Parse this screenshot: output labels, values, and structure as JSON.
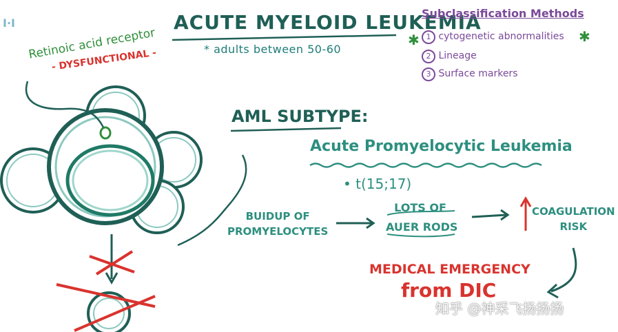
{
  "logo": {
    "text": "I·I"
  },
  "title": {
    "main": "ACUTE MYELOID LEUKEMIA",
    "note": "* adults between 50-60"
  },
  "subclassification": {
    "heading": "Subclassification Methods",
    "items": [
      {
        "num": "1",
        "label": "cytogenetic abnormalities"
      },
      {
        "num": "2",
        "label": "Lineage"
      },
      {
        "num": "3",
        "label": "Surface markers"
      }
    ]
  },
  "receptor": {
    "label": "Retinoic acid receptor",
    "status": "- DYSFUNCTIONAL -"
  },
  "subtype": {
    "heading": "AML SUBTYPE:",
    "name": "Acute Promyelocytic Leukemia",
    "translocation": "• t(15;17)"
  },
  "flow": {
    "step1_line1": "BUIDUP OF",
    "step1_line2": "PROMYELOCYTES",
    "step2_line1": "LOTS OF",
    "step2_line2": "AUER RODS",
    "step3_line1": "COAGULATION",
    "step3_line2": "RISK"
  },
  "emergency": {
    "line1": "MEDICAL EMERGENCY",
    "line2": "from DIC"
  },
  "watermark": {
    "text": "知乎 @神采飞扬扬扬"
  },
  "colors": {
    "teal_dark": "#1f5f56",
    "teal": "#2d8f7f",
    "green": "#2f8f3a",
    "red": "#d9332e",
    "purple": "#7a4a9a"
  }
}
